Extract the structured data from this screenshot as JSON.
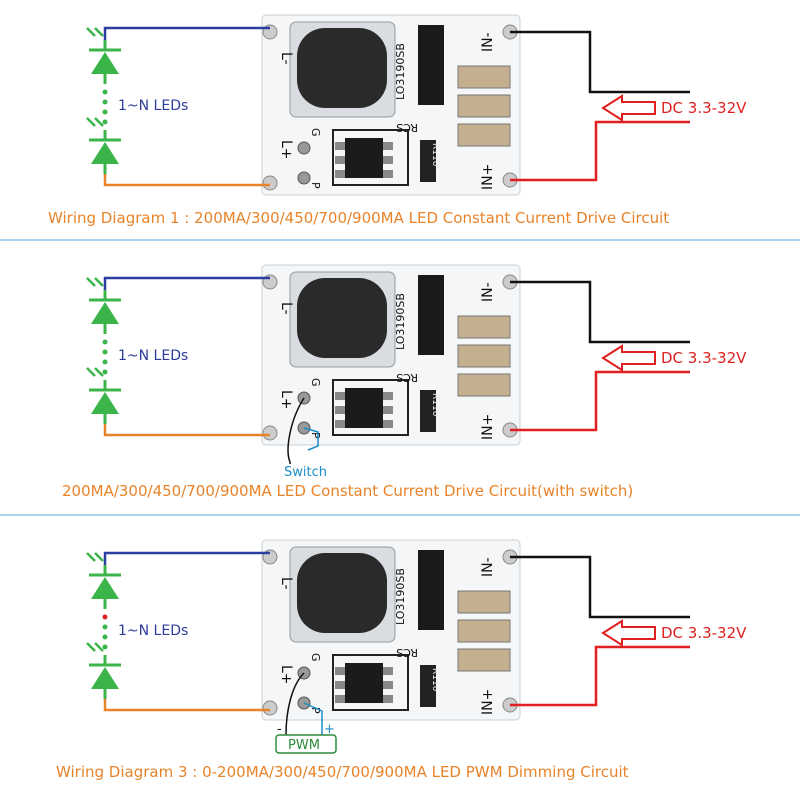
{
  "diagrams": [
    {
      "caption": "Wiring Diagram 1 : 200MA/300/450/700/900MA LED Constant Current Drive Circuit",
      "leds_label": "1~N LEDs",
      "power_label": "DC 3.3-32V",
      "pins": {
        "l_minus": "L-",
        "l_plus": "L+",
        "in_minus": "IN-",
        "in_plus": "IN+",
        "g": "G",
        "p": "P",
        "rcs": "RCS",
        "resistor": "R110",
        "inductor": "LO3190SB"
      },
      "extra": null
    },
    {
      "caption": "200MA/300/450/700/900MA LED Constant Current Drive Circuit(with switch)",
      "leds_label": "1~N LEDs",
      "power_label": "DC 3.3-32V",
      "pins": {
        "l_minus": "L-",
        "l_plus": "L+",
        "in_minus": "IN-",
        "in_plus": "IN+",
        "g": "G",
        "p": "P",
        "rcs": "RCS",
        "resistor": "R110",
        "inductor": "LO3190SB"
      },
      "extra": {
        "type": "switch",
        "label": "Switch"
      }
    },
    {
      "caption": "Wiring Diagram 3 : 0-200MA/300/450/700/900MA LED PWM Dimming Circuit",
      "leds_label": "1~N LEDs",
      "power_label": "DC 3.3-32V",
      "pins": {
        "l_minus": "L-",
        "l_plus": "L+",
        "in_minus": "IN-",
        "in_plus": "IN+",
        "g": "G",
        "p": "P",
        "rcs": "RCS",
        "resistor": "R110",
        "inductor": "LO3190SB"
      },
      "extra": {
        "type": "pwm",
        "label": "PWM",
        "minus": "-",
        "plus": "+"
      }
    }
  ],
  "colors": {
    "blue_wire": "#2c3ea0",
    "orange_wire": "#e8832a",
    "black_wire": "#111111",
    "red_wire": "#e02020",
    "led_green": "#3bb54a",
    "divider": "#8ec7e8",
    "switch_blue": "#1a8fc8",
    "pwm_green": "#2a8a3a"
  },
  "icons": [
    "led-diode-icon",
    "arrow-left-icon",
    "inductor-icon",
    "mosfet-chip-icon",
    "capacitor-icon",
    "resistor-icon"
  ]
}
